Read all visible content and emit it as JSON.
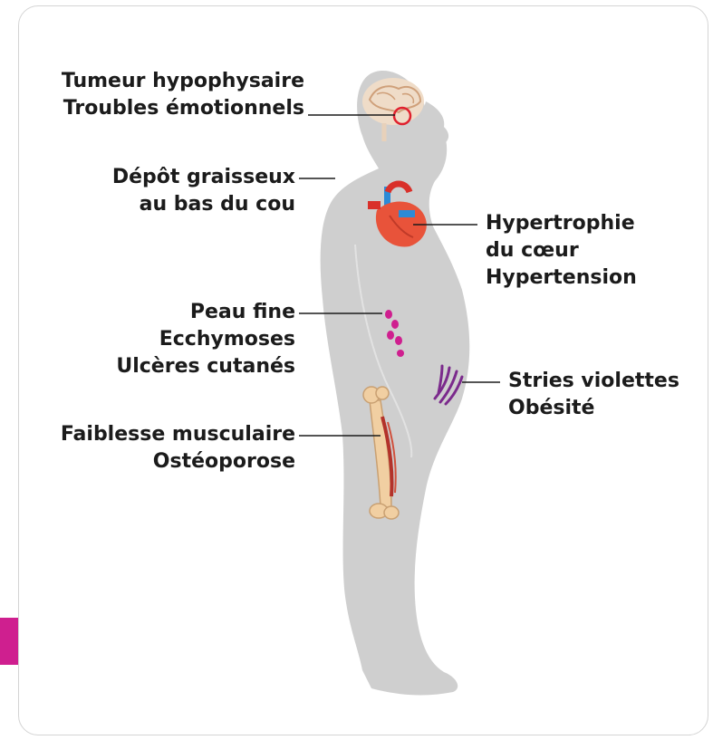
{
  "labels": {
    "pituitary": [
      "Tumeur hypophysaire",
      "Troubles émotionnels"
    ],
    "neck_fat": [
      "Dépôt graisseux",
      "au bas du cou"
    ],
    "heart": [
      "Hypertrophie",
      "du cœur",
      "Hypertension"
    ],
    "skin": [
      "Peau fine",
      "Ecchymoses",
      "Ulcères cutanés"
    ],
    "striae": [
      "Stries violettes",
      "Obésité"
    ],
    "muscle": [
      "Faiblesse musculaire",
      "Ostéoporose"
    ]
  },
  "colors": {
    "body": "#cfcfcf",
    "accent": "#cf1f8f",
    "heart": "#e8533a",
    "vessel": "#2d8ad6",
    "bone": "#f1cfa2",
    "striae": "#7b2a8c",
    "brain_marker": "#e0202e"
  }
}
